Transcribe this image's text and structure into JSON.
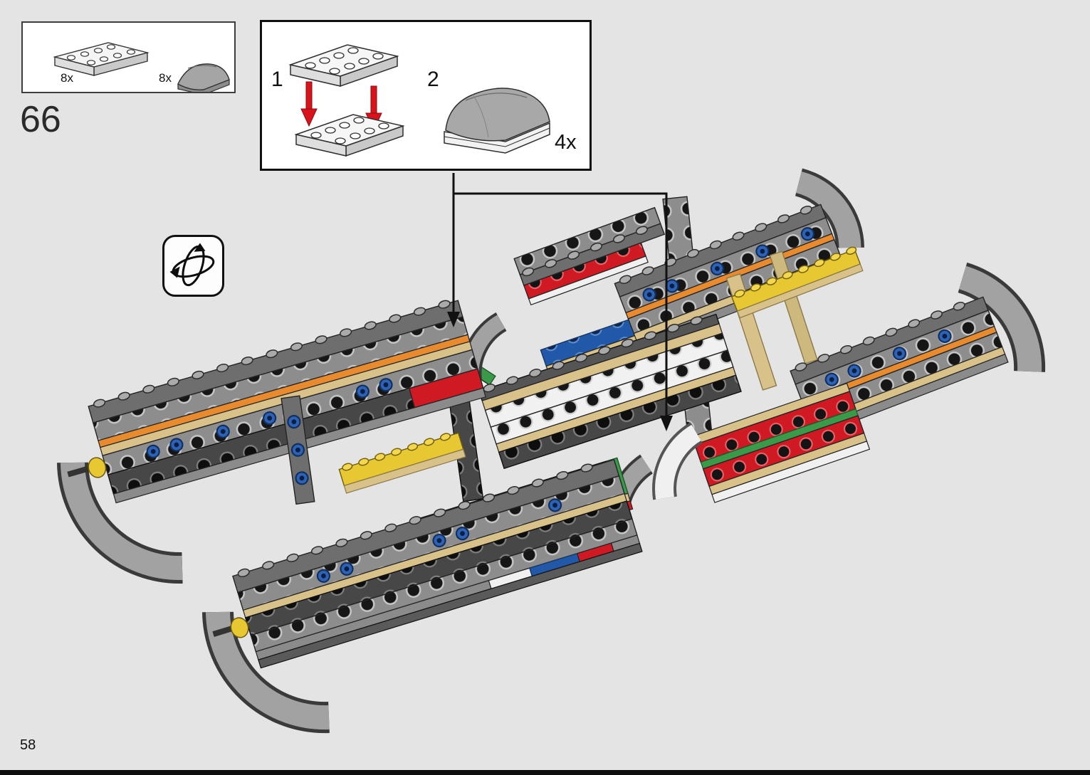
{
  "page": {
    "step_number": "66",
    "page_number": "58"
  },
  "parts_callout": {
    "items": [
      {
        "count": "8x",
        "part": "white-plate-2x4"
      },
      {
        "count": "8x",
        "part": "grey-curved-slope"
      }
    ]
  },
  "subassembly": {
    "steps": [
      {
        "label": "1",
        "part": "white-plate-2x4-stacked"
      },
      {
        "label": "2",
        "part": "grey-curved-slope-on-plates"
      }
    ],
    "quantity": "4x"
  },
  "icons": {
    "rotate_icon": "rotate-model-3d-arrows"
  },
  "colors": {
    "background": "#e4e4e4",
    "arrow_red": "#d8131c",
    "line_black": "#111111",
    "grey": "#8d8d8d",
    "dark_grey": "#474747",
    "tan": "#d8c289",
    "orange": "#e88a2e",
    "red": "#cf1a23",
    "blue": "#2159a8",
    "green": "#3a9a4a",
    "yellow": "#e7c832",
    "pin_blue": "#2e62b4"
  }
}
